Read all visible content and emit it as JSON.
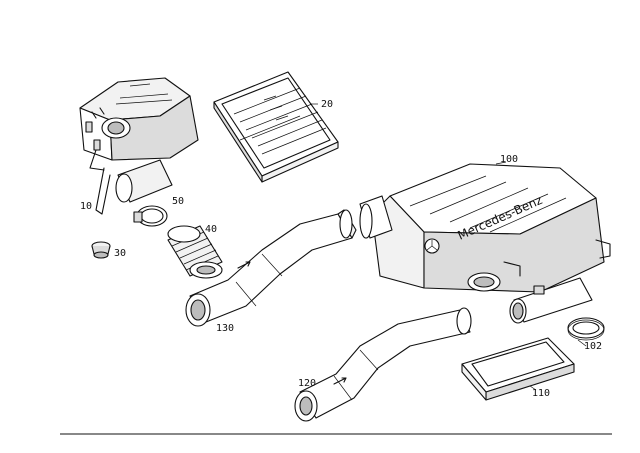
{
  "diagram": {
    "brand_logo_text": "Mercedes-Benz",
    "parts": [
      {
        "id": "10",
        "label": "10"
      },
      {
        "id": "20",
        "label": "20"
      },
      {
        "id": "30",
        "label": "30"
      },
      {
        "id": "40",
        "label": "40"
      },
      {
        "id": "50",
        "label": "50"
      },
      {
        "id": "100",
        "label": "100"
      },
      {
        "id": "102",
        "label": "102"
      },
      {
        "id": "110",
        "label": "110"
      },
      {
        "id": "120",
        "label": "120"
      },
      {
        "id": "130",
        "label": "130"
      }
    ]
  }
}
